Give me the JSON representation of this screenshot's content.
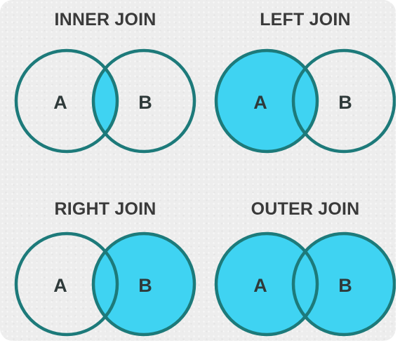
{
  "colors": {
    "fill": "#3fd3f2",
    "outline": "#1d7a7a",
    "background": "#ededed",
    "text": "#3a3a3a"
  },
  "diagrams": [
    {
      "title": "INNER JOIN",
      "set_a": "A",
      "set_b": "B",
      "highlight": "intersection"
    },
    {
      "title": "LEFT JOIN",
      "set_a": "A",
      "set_b": "B",
      "highlight": "left"
    },
    {
      "title": "RIGHT JOIN",
      "set_a": "A",
      "set_b": "B",
      "highlight": "right"
    },
    {
      "title": "OUTER JOIN",
      "set_a": "A",
      "set_b": "B",
      "highlight": "both"
    }
  ]
}
